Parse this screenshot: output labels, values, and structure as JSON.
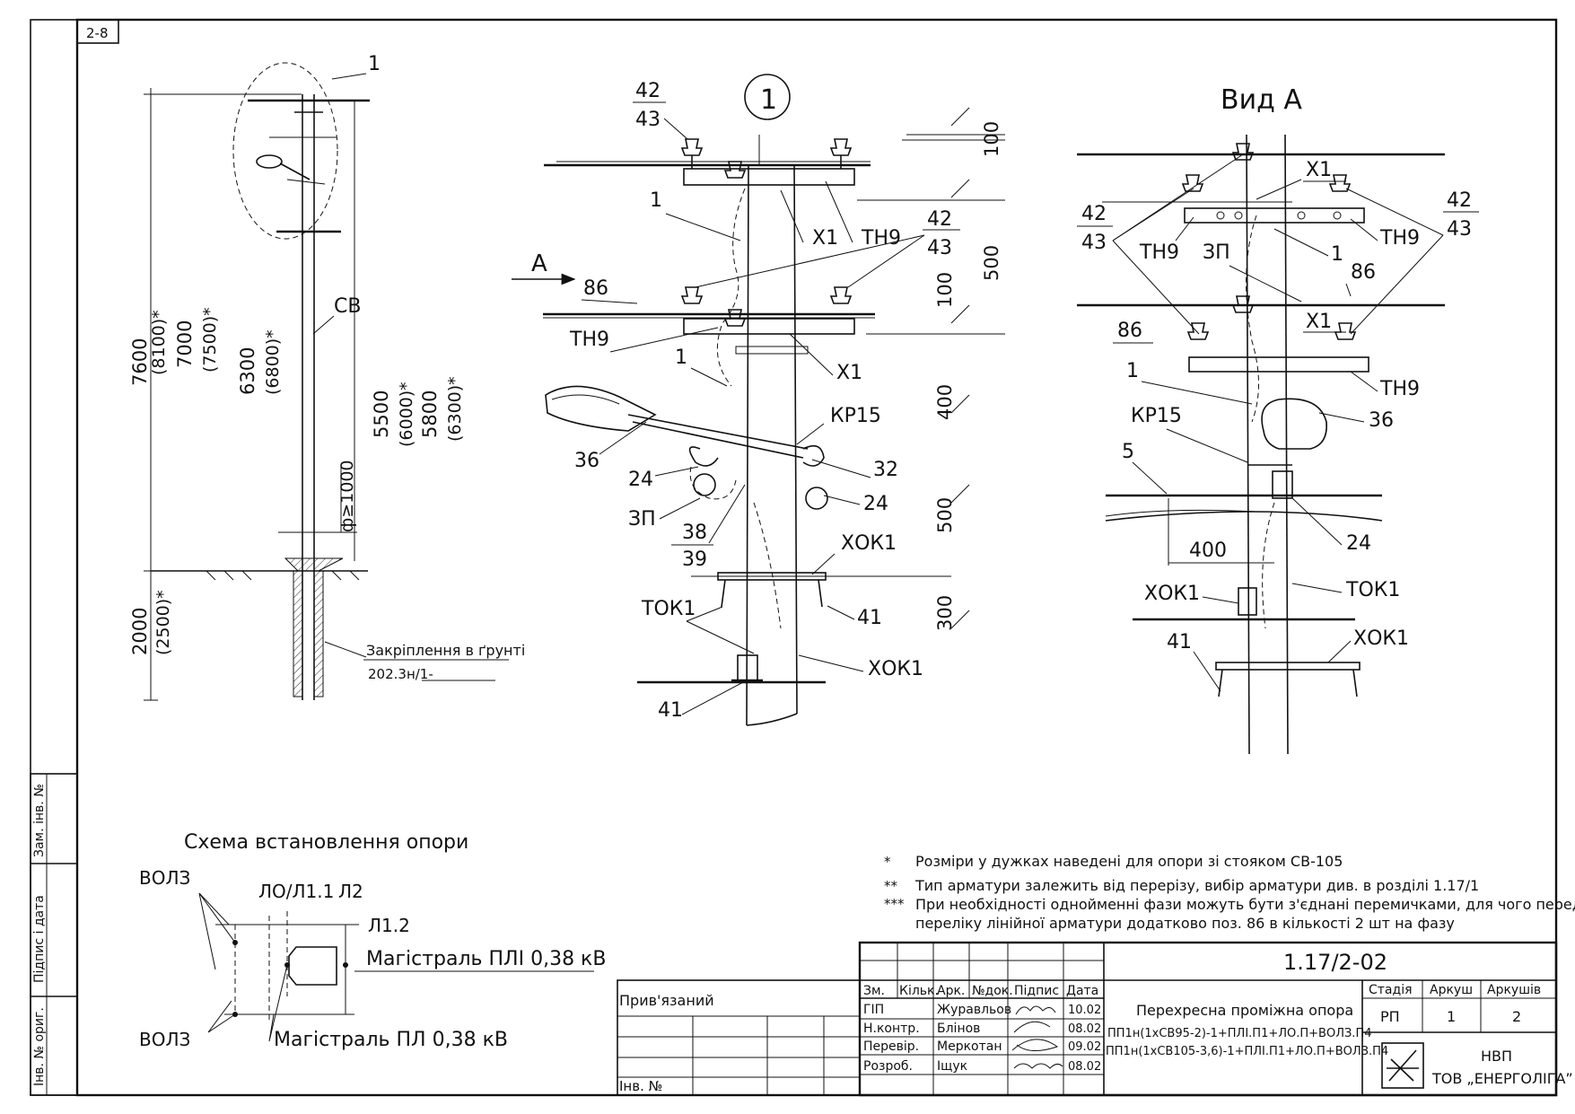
{
  "sheet": {
    "tag": "2-8",
    "view_label": "Вид А",
    "node_label": "1",
    "arrow_label": "A"
  },
  "left_view": {
    "dims_vertical": [
      "7600",
      "(8100)*",
      "7000",
      "(7500)*",
      "6300",
      "(6800)*"
    ],
    "dims_middle": [
      "5500",
      "(6000)*",
      "5800",
      "(6300)*"
    ],
    "dims_ground": [
      "2000",
      "(2500)*"
    ],
    "pole_label": "СВ",
    "diameter": "ф≥1000",
    "callout_1": "1",
    "foundation_line1": "Закріплення в ґрунті",
    "foundation_line2": "202.3н/1-"
  },
  "center_view": {
    "labels": {
      "l42": "42",
      "l43": "43",
      "l1a": "1",
      "lX1a": "X1",
      "lTH9a": "ТН9",
      "l42b": "42",
      "l43b": "43",
      "l86": "86",
      "lTH9b": "ТН9",
      "l1b": "1",
      "lX1b": "X1",
      "lKP15": "КР15",
      "l36": "36",
      "l24a": "24",
      "l32": "32",
      "l24b": "24",
      "l3P": "ЗП",
      "l38": "38",
      "l39": "39",
      "lXOK1a": "ХОК1",
      "lTOK1": "ТОК1",
      "l41a": "41",
      "lXOK1b": "ХОК1",
      "l41b": "41"
    },
    "dims": [
      "100",
      "500",
      "100",
      "400",
      "500",
      "300"
    ]
  },
  "right_view": {
    "labels": {
      "lX1a": "X1",
      "l42": "42",
      "l43": "43",
      "lTH9a": "ТН9",
      "lTH9b": "ТН9",
      "l3P": "ЗП",
      "l1a": "1",
      "l86a": "86",
      "l42r": "42",
      "l43r": "43",
      "l86b": "86",
      "lX1b": "X1",
      "lTH9c": "ТН9",
      "l1b": "1",
      "l36": "36",
      "lKP15": "КР15",
      "l5": "5",
      "l24": "24",
      "lXOK1a": "ХОК1",
      "lTOK1": "ТОК1",
      "l41": "41",
      "lXOK1b": "ХОК1"
    },
    "dim_400": "400"
  },
  "scheme": {
    "title": "Схема встановлення опори",
    "volz_top": "ВОЛЗ",
    "volz_bottom": "ВОЛЗ",
    "l_top": "ЛО/Л1.1",
    "l2": "Л2",
    "l12": "Л1.2",
    "main_top": "Магістраль ПЛІ 0,38 кВ",
    "main_bottom": "Магістраль ПЛ 0,38 кВ"
  },
  "notes": [
    {
      "mark": "*",
      "text": "Розміри у дужках наведені для опори зі стояком СВ-105"
    },
    {
      "mark": "**",
      "text": "Тип арматури залежить від перерізу, вибір арматури див. в розділі 1.17/1"
    },
    {
      "mark": "***",
      "text": "При необхідності однойменні фази можуть бути з'єднані перемичками, для чого передбачити в"
    },
    {
      "mark": "",
      "text": "переліку лінійної арматури додатково поз. 86 в кількості 2 шт на фазу"
    }
  ],
  "side_stamp": {
    "zam": "Зам. інв. №",
    "pidpys": "Підпис і дата",
    "inv": "Інв. № ориг."
  },
  "title_block": {
    "code": "1.17/2-02",
    "privyazany": "Прив'язаний",
    "inv": "Інв. №",
    "headers": [
      "Зм.",
      "Кільк.",
      "Арк.",
      "№док.",
      "Підпис",
      "Дата"
    ],
    "rows": [
      {
        "role": "ГІП",
        "name": "Журавльов",
        "date": "10.02"
      },
      {
        "role": "Н.контр.",
        "name": "Блінов",
        "date": "08.02"
      },
      {
        "role": "Перевір.",
        "name": "Меркотан",
        "date": "09.02"
      },
      {
        "role": "Розроб.",
        "name": "Іщук",
        "date": "08.02"
      }
    ],
    "title_line1": "Перехресна проміжна опора",
    "title_line2": "ПП1н(1хСВ95-2)-1+ПЛІ.П1+ЛО.П+ВОЛЗ.П4",
    "title_line3": "ПП1н(1хСВ105-3,6)-1+ПЛІ.П1+ЛО.П+ВОЛЗ.П4",
    "stage_header": "Стадія",
    "sheet_header": "Аркуш",
    "sheets_header": "Аркушів",
    "stage": "РП",
    "sheet": "1",
    "sheets": "2",
    "org_line1": "НВП",
    "org_line2": "ТОВ „ЕНЕРГОЛІГА”"
  }
}
